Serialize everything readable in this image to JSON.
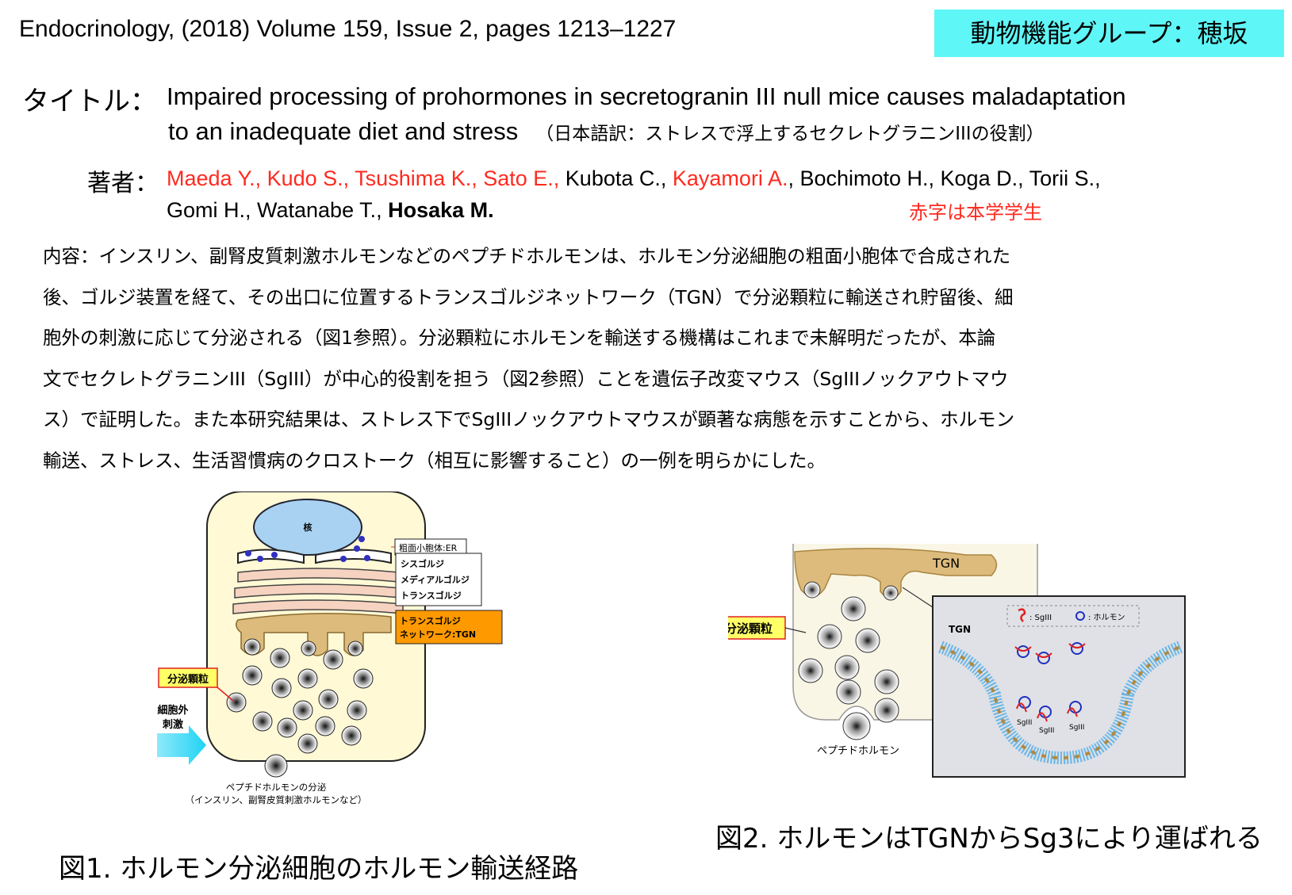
{
  "header": {
    "citation": "Endocrinology, (2018) Volume 159, Issue 2, pages 1213–1227",
    "group": "動物機能グループ：穂坂"
  },
  "title": {
    "label": "タイトル：",
    "english_line1": "Impaired processing of prohormones in secretogranin III null mice causes maladaptation",
    "english_line2": "to an inadequate diet and stress",
    "japanese": "（日本語訳：ストレスで浮上するセクレトグラニンIIIの役割）"
  },
  "authors": {
    "label": "著者：",
    "line1": [
      {
        "text": "Maeda Y., Kudo S., Tsushima K., Sato E.,",
        "style": "red"
      },
      {
        "text": " Kubota C., ",
        "style": "normal"
      },
      {
        "text": "Kayamori A.",
        "style": "red"
      },
      {
        "text": ", Bochimoto H., Koga D., Torii S.,",
        "style": "normal"
      }
    ],
    "line2": [
      {
        "text": "Gomi H., Watanabe T., ",
        "style": "normal"
      },
      {
        "text": "Hosaka M.",
        "style": "bold"
      }
    ],
    "note": "赤字は本学学生"
  },
  "content": {
    "lines": [
      "内容：インスリン、副腎皮質刺激ホルモンなどのペプチドホルモンは、ホルモン分泌細胞の粗面小胞体で合成された",
      "後、ゴルジ装置を経て、その出口に位置するトランスゴルジネットワーク（TGN）で分泌顆粒に輸送され貯留後、細",
      "胞外の刺激に応じて分泌される（図1参照）。分泌顆粒にホルモンを輸送する機構はこれまで未解明だったが、本論",
      "文でセクレトグラニンIII（SgIII）が中心的役割を担う（図2参照）ことを遺伝子改変マウス（SgIIIノックアウトマウ",
      "ス）で証明した。また本研究結果は、ストレス下でSgIIIノックアウトマウスが顕著な病態を示すことから、ホルモン",
      "輸送、ストレス、生活習慣病のクロストーク（相互に影響すること）の一例を明らかにした。"
    ]
  },
  "figure1": {
    "nucleus": "核",
    "er": "粗面小胞体:ER",
    "golgi": [
      "シスゴルジ",
      "メディアルゴルジ",
      "トランスゴルジ"
    ],
    "tgn": [
      "トランスゴルジ",
      "ネットワーク:TGN"
    ],
    "granule": "分泌顆粒",
    "stimulus": [
      "細胞外",
      "刺激"
    ],
    "secretion": [
      "ペプチドホルモンの分泌",
      "（インスリン、副腎皮質刺激ホルモンなど）"
    ],
    "caption": "図1. ホルモン分泌細胞のホルモン輸送経路",
    "colors": {
      "cell": "#fff9d6",
      "nucleus": "#a9d2f2",
      "golgi": "#f6d3c0",
      "tgn": "#ddbb7c",
      "tgn_label": "#ff9900",
      "granule_label": "#ffff66",
      "arrow": "#1fd3f5"
    }
  },
  "figure2": {
    "tgn": "TGN",
    "granule": "分泌顆粒",
    "hormone": "ペプチドホルモン",
    "inset_tgn": "TGN",
    "legend_sg": ": SgIII",
    "legend_hormone": ": ホルモン",
    "sg_labels": [
      "SgIII",
      "SgIII",
      "SgIII"
    ],
    "caption": "図2. ホルモンはTGNからSg3により運ばれる",
    "colors": {
      "cell": "#faf6e6",
      "tgn": "#ddbb7c",
      "membrane": "#6ab7e8",
      "inset_bg": "#dfe1e6"
    }
  }
}
